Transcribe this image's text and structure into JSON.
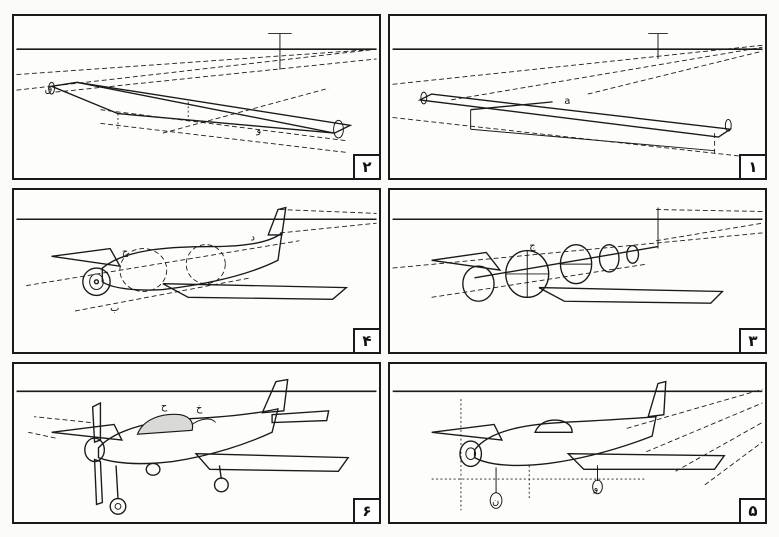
{
  "panels": [
    {
      "id": "p2",
      "number": "٢"
    },
    {
      "id": "p1",
      "number": "١"
    },
    {
      "id": "p4",
      "number": "۴"
    },
    {
      "id": "p3",
      "number": "٣"
    },
    {
      "id": "p6",
      "number": "۶"
    },
    {
      "id": "p5",
      "number": "۵"
    }
  ]
}
